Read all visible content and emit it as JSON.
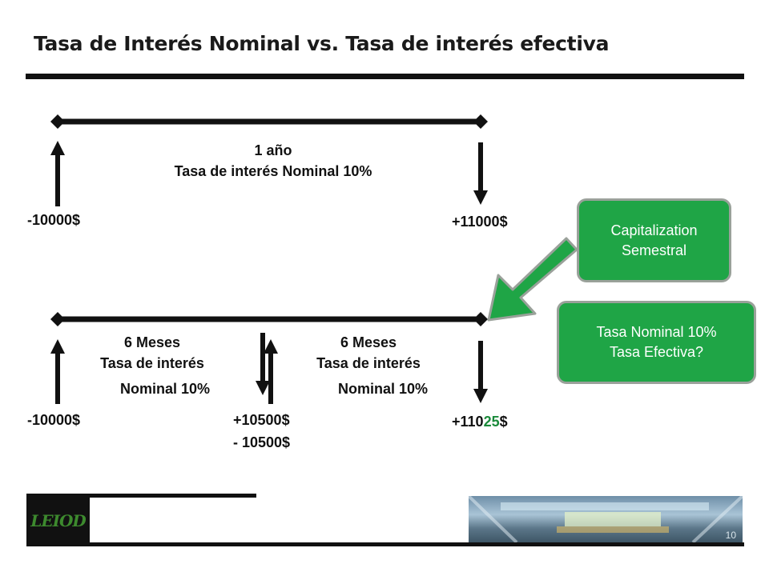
{
  "title": "Tasa de Interés Nominal  vs. Tasa de interés efectiva",
  "top_timeline": {
    "period_label": "1 año",
    "rate_label": "Tasa de interés Nominal 10%",
    "left_amount": "-10000$",
    "right_amount": "+11000$"
  },
  "bottom_timeline": {
    "first_period": {
      "months": "6    Meses",
      "rate_line1": "Tasa de interés",
      "rate_line2": "Nominal 10%"
    },
    "second_period": {
      "months": "6    Meses",
      "rate_line1": "Tasa de interés",
      "rate_line2": "Nominal 10%"
    },
    "left_amount": "-10000$",
    "middle_amount_in": "+10500$",
    "middle_amount_out": "- 10500$",
    "right_amount_prefix": "+110",
    "right_amount_highlight": "25",
    "right_amount_suffix": "$"
  },
  "callouts": {
    "capitalization_line1": "Capitalization",
    "capitalization_line2": "Semestral",
    "question_line1": "Tasa Nominal 10%",
    "question_line2": "Tasa Efectiva?"
  },
  "footer": {
    "logo_text": "LEIOD",
    "page_number": "10"
  },
  "colors": {
    "callout_green": "#1fa546",
    "highlight_green": "#1a8a3a",
    "line_black": "#111111"
  }
}
